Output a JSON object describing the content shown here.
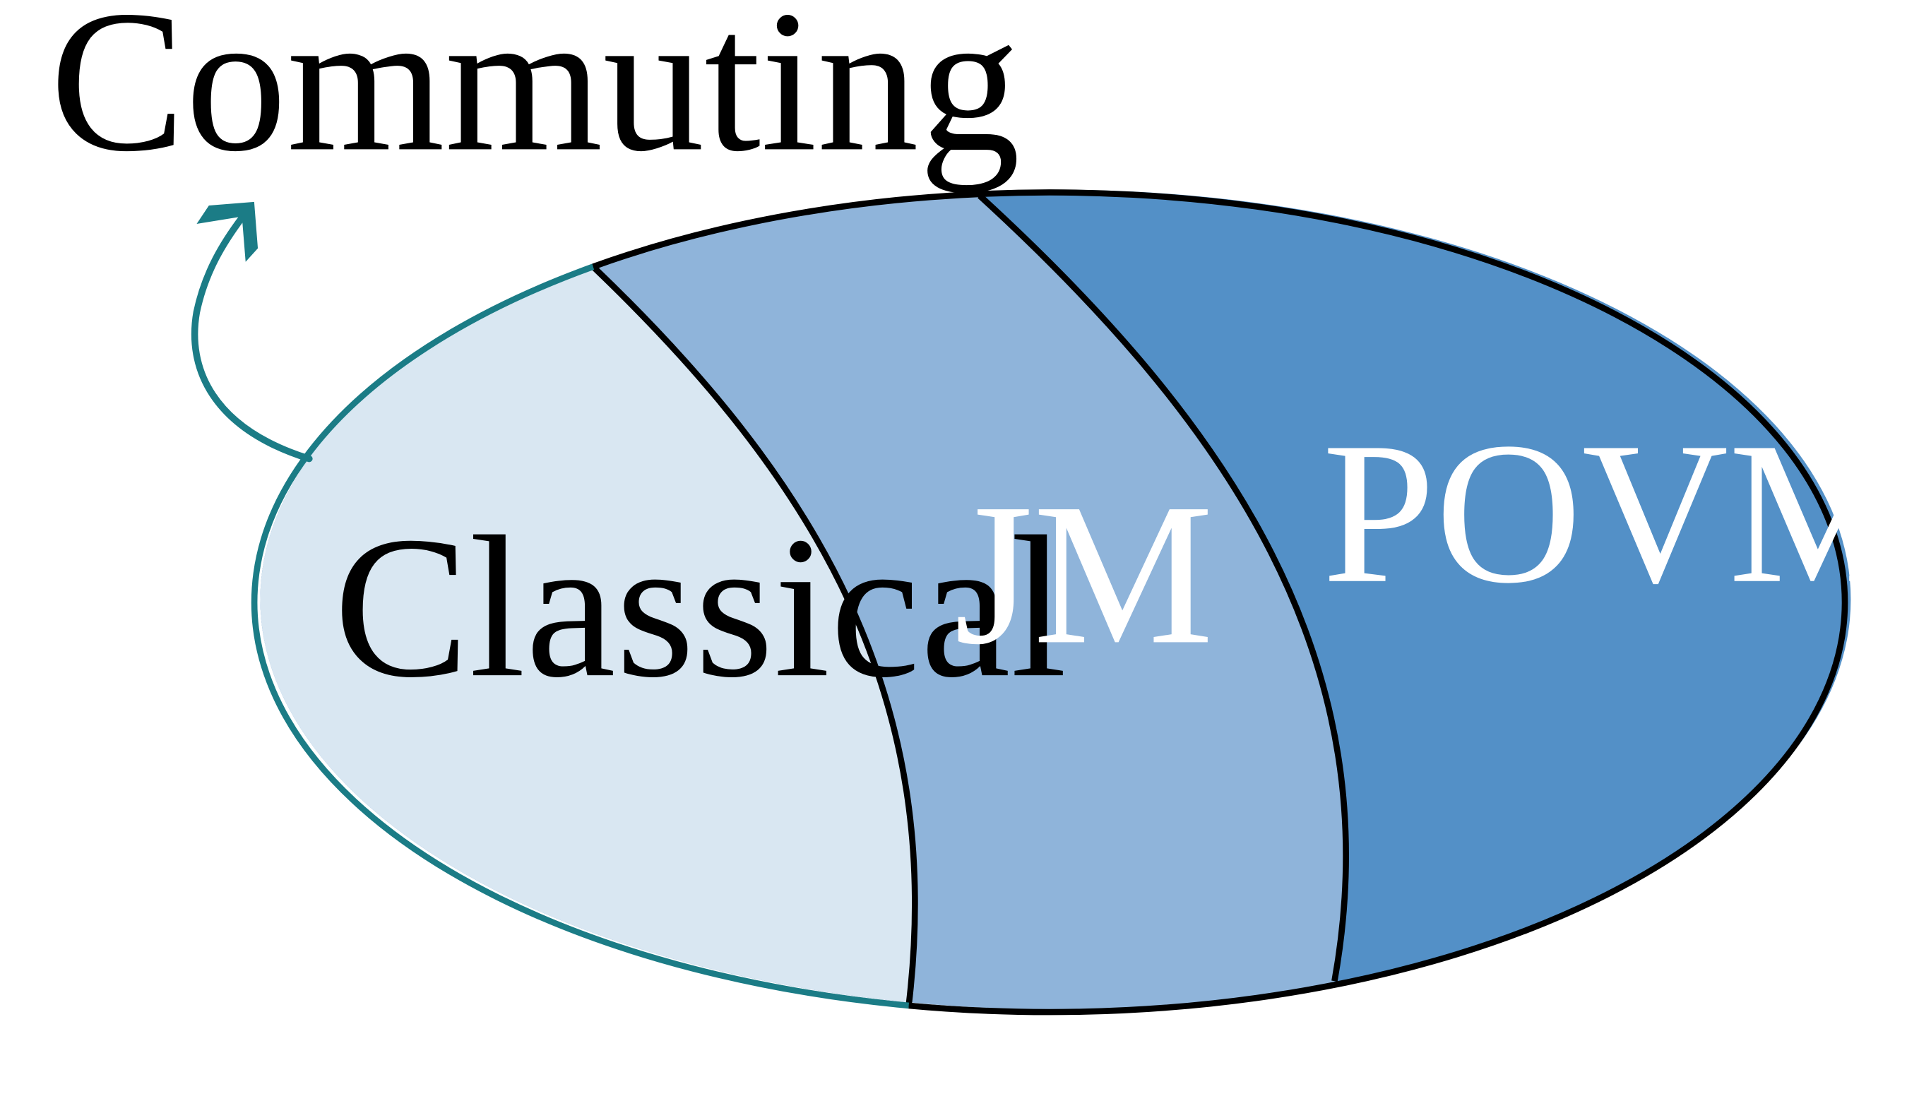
{
  "regions": {
    "classical": {
      "label": "Classical",
      "fill": "#d9e7f2",
      "text_color": "#000000"
    },
    "jm": {
      "label": "JM",
      "fill": "#8fb4da",
      "text_color": "#ffffff"
    },
    "povms": {
      "label": "POVMs",
      "fill": "#5390c7",
      "text_color": "#ffffff"
    }
  },
  "callout": {
    "label": "Commuting",
    "color": "#1b7c86",
    "text_color": "#000000"
  },
  "outline_color": "#000000"
}
